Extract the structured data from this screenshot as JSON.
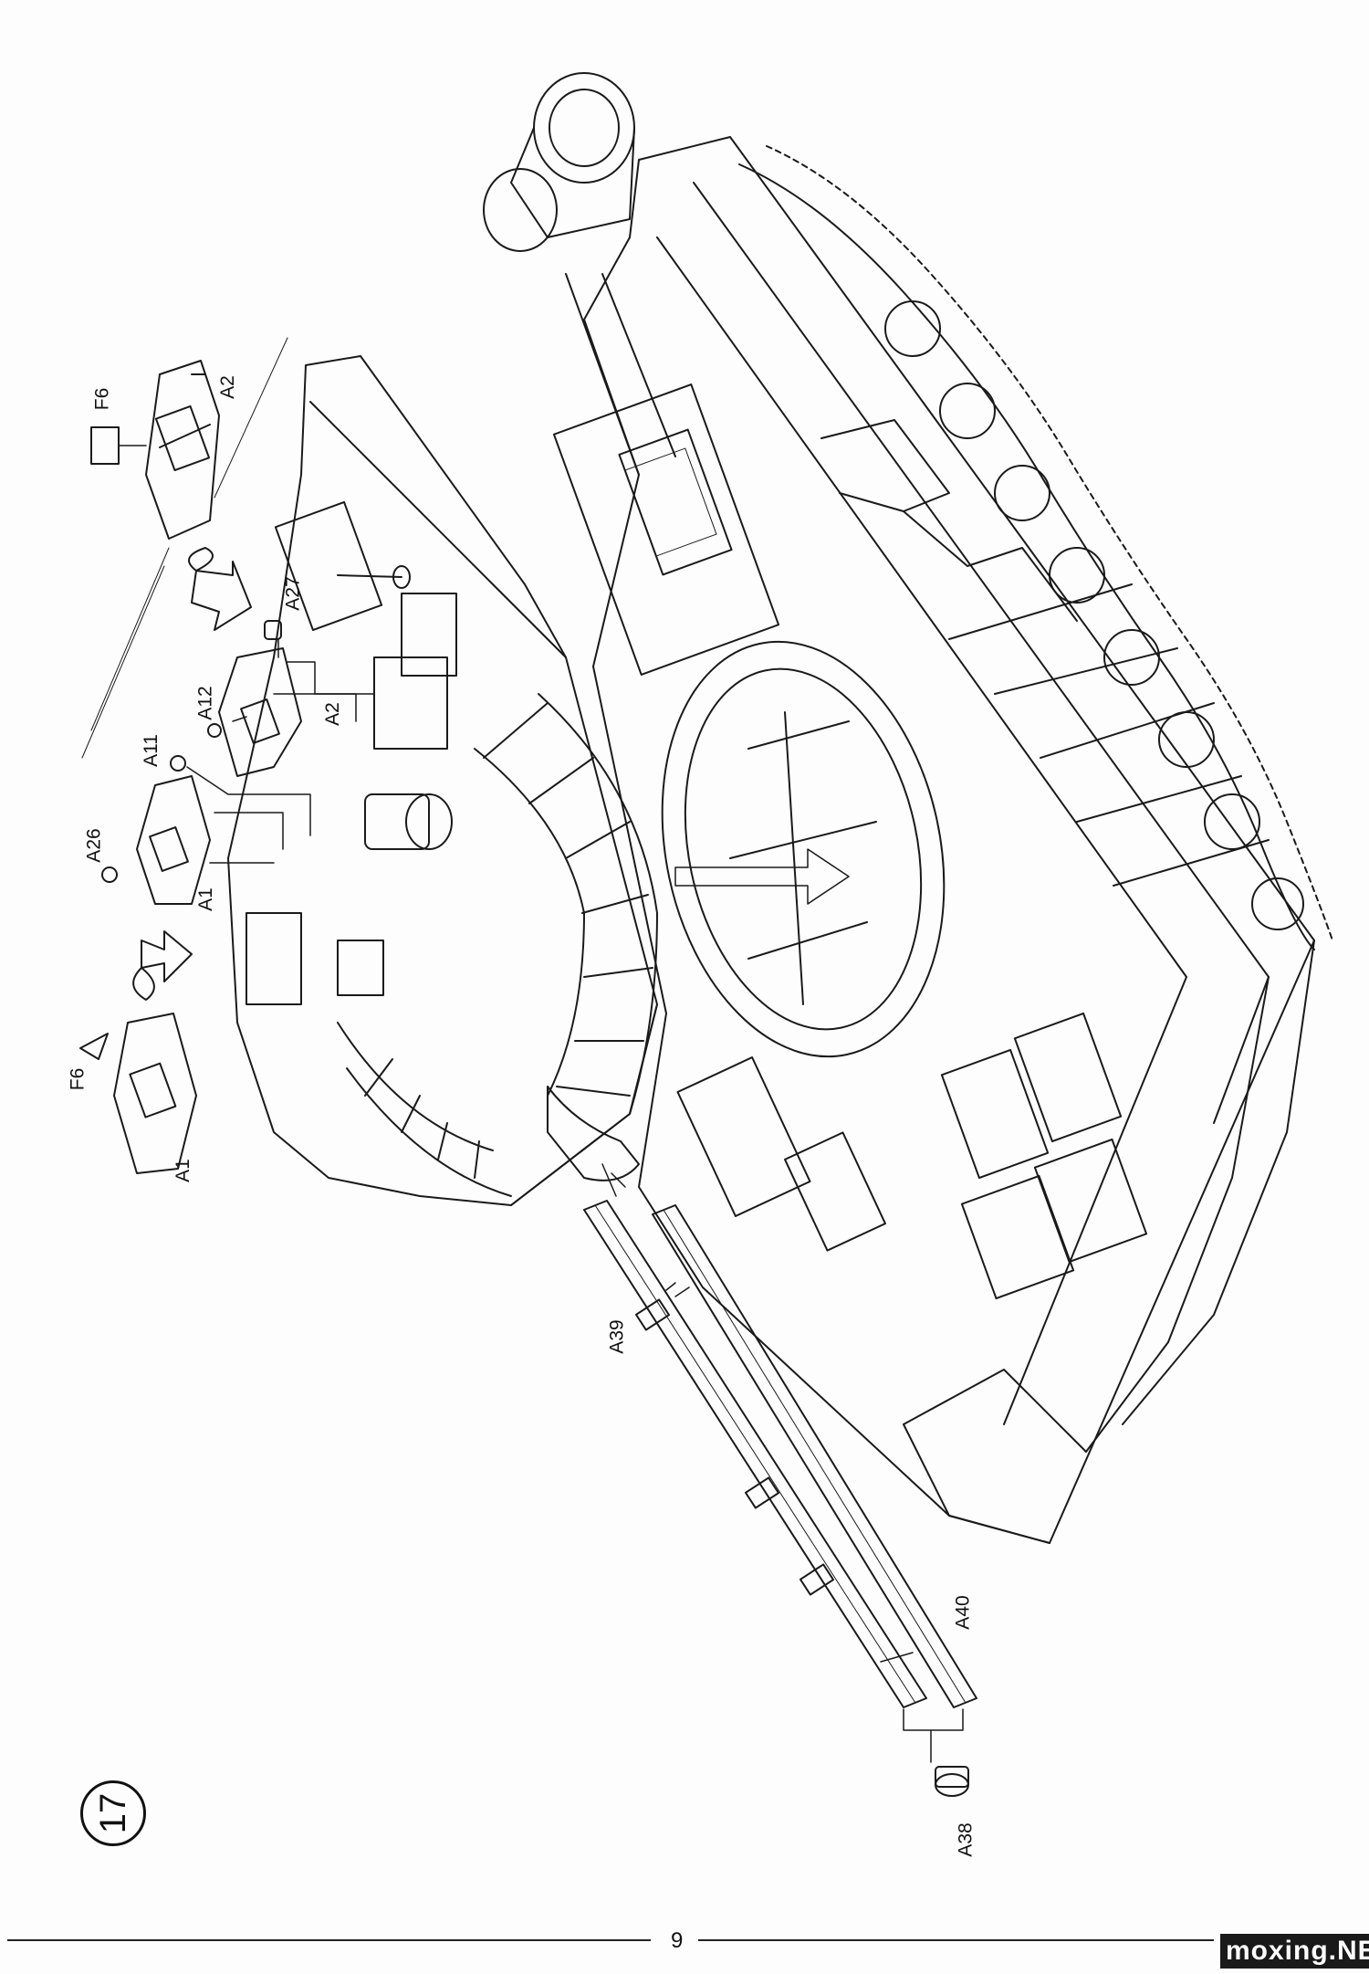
{
  "step": {
    "number": "17"
  },
  "page": {
    "number": "9"
  },
  "watermark": {
    "text": "moxing.NET"
  },
  "labels": {
    "f6_top": "F6",
    "a2_top": "A2",
    "a27": "A27",
    "a12": "A12",
    "a2_mid": "A2",
    "a11": "A11",
    "a26": "A26",
    "a1_mid": "A1",
    "f6_left": "F6",
    "a1_left": "A1",
    "a39": "A39",
    "a40": "A40",
    "a38": "A38"
  },
  "colors": {
    "line": "#1a1a1a",
    "paper": "#fdfdfd"
  }
}
